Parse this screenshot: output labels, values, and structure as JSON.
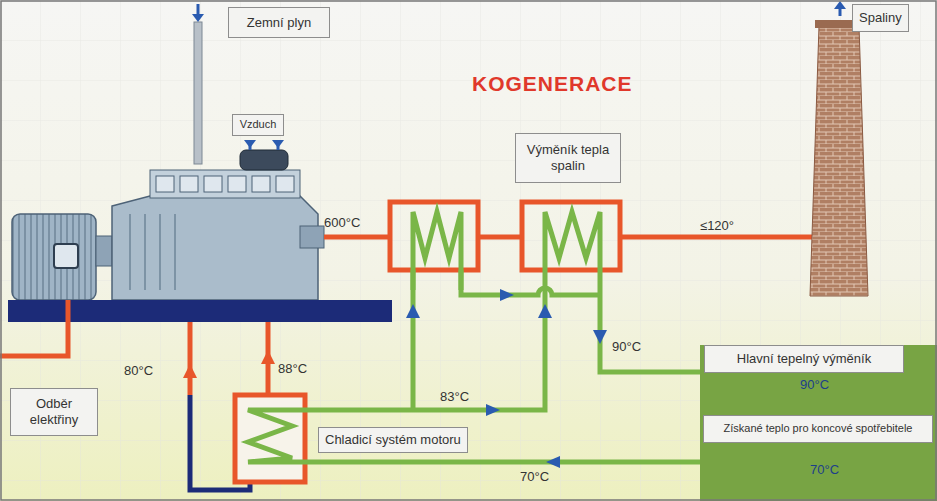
{
  "diagram": {
    "title": "KOGENERACE",
    "nodes": [
      {
        "text": [
          "Zemní plyn"
        ]
      },
      {
        "text": [
          "Spaliny"
        ]
      },
      {
        "text": [
          "Vzduch"
        ]
      },
      {
        "text": [
          "Výměník tepla spalin"
        ]
      },
      {
        "text": [
          "90°C",
          "70°C"
        ]
      },
      {
        "text": [
          "Hlavní tepelný výměník"
        ],
        "in": 4
      },
      {
        "text": [
          "Získané teplo pro koncové spotřebitele"
        ],
        "in": 4
      },
      {
        "text": [
          "Odběr elektřiny"
        ]
      },
      {
        "text": [
          "Chladicí systém motoru"
        ]
      }
    ],
    "labels": [
      "600°C",
      "≤120°",
      "90°C",
      "83°C",
      "80°C",
      "88°C",
      "70°C"
    ]
  }
}
